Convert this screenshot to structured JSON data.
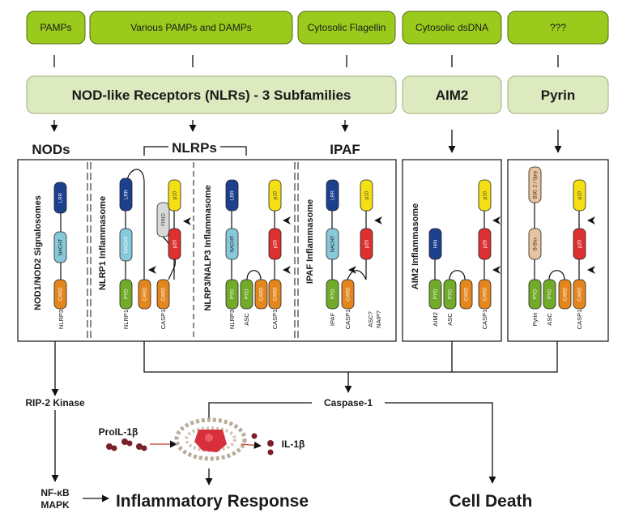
{
  "ligands": [
    {
      "id": "pamps",
      "label": "PAMPs"
    },
    {
      "id": "various",
      "label": "Various PAMPs and DAMPs"
    },
    {
      "id": "flagellin",
      "label": "Cytosolic Flagellin"
    },
    {
      "id": "dsdna",
      "label": "Cytosolic dsDNA"
    },
    {
      "id": "unknown",
      "label": "???"
    }
  ],
  "receptors": {
    "nlr": "NOD-like Receptors (NLRs) - 3 Subfamilies",
    "aim2": "AIM2",
    "pyrin": "Pyrin"
  },
  "subfamilies": {
    "nods": "NODs",
    "nlrps": "NLRPs",
    "ipaf": "IPAF"
  },
  "complexes": {
    "nod": {
      "title": "NOD1/NOD2 Signalosomes",
      "domains": {
        "lrr": "LRR",
        "nacht": "NACHT",
        "card": "CARD"
      },
      "labels": [
        "NLRP3"
      ]
    },
    "nlrp1": {
      "title": "NLRP1 Inflammasome",
      "domains": {
        "lrr": "LRR",
        "nacht": "NACHT",
        "fiind": "FIIND",
        "pyd": "PYD",
        "card1": "CARD",
        "card2": "CARD",
        "p10": "p10",
        "p20": "p20"
      },
      "labels": [
        "NLRP1",
        "CASP1"
      ]
    },
    "nlrp3": {
      "title": "NLRP3/NALP3 Inflammasome",
      "domains": {
        "lrr": "LRR",
        "nacht": "NACHT",
        "pyd1": "PYD",
        "pyd2": "PYD",
        "card1": "CARD",
        "card2": "CARD",
        "p10": "p10",
        "p20": "p20"
      },
      "labels": [
        "NLRP3",
        "ASC",
        "CASP1"
      ]
    },
    "ipaf": {
      "title": "IPAF Inflammasome",
      "domains": {
        "lrr": "LRR",
        "nacht": "NACHT",
        "pyd": "PYD",
        "card": "CARD",
        "p10": "p10",
        "p20": "p20"
      },
      "labels": [
        "IPAF",
        "CASP1",
        "ASC?",
        "NAIP?"
      ]
    },
    "aim2": {
      "title": "AIM2 Inflammasome",
      "domains": {
        "hin": "HIN",
        "pyd1": "PYD",
        "pyd2": "PYD",
        "card1": "CARD",
        "card2": "CARD",
        "p10": "p10",
        "p20": "p20"
      },
      "labels": [
        "AIM2",
        "ASC",
        "CASP1"
      ]
    },
    "pyrin": {
      "domains": {
        "b30": "B30. 2 / Spry",
        "bbox": "B-Box",
        "pyd1": "PYD",
        "pyd2": "PYD",
        "card1": "CARD",
        "card2": "CARD",
        "p10": "p10",
        "p20": "p20"
      },
      "labels": [
        "Pyrin",
        "ASC",
        "CASP1"
      ]
    }
  },
  "pathway": {
    "rip2": "RIP-2 Kinase",
    "caspase1": "Caspase-1",
    "proil1b": "ProIL-1β",
    "il1b": "IL-1β",
    "nfkb": "NF-κB",
    "mapk": "MAPK",
    "inflammatory": "Inflammatory Response",
    "celldeath": "Cell Death"
  },
  "colors": {
    "ligand_fill": "#9acb1c",
    "receptor_fill": "#dde9bf",
    "lrr": "#1c3f8e",
    "nacht": "#87c8da",
    "card": "#e3861d",
    "pyd": "#72aa2a",
    "p10": "#f4df14",
    "p20": "#dd3030",
    "fiind": "#d9d9d9",
    "b30": "#e8c3a0",
    "hin": "#1c3f8e"
  }
}
